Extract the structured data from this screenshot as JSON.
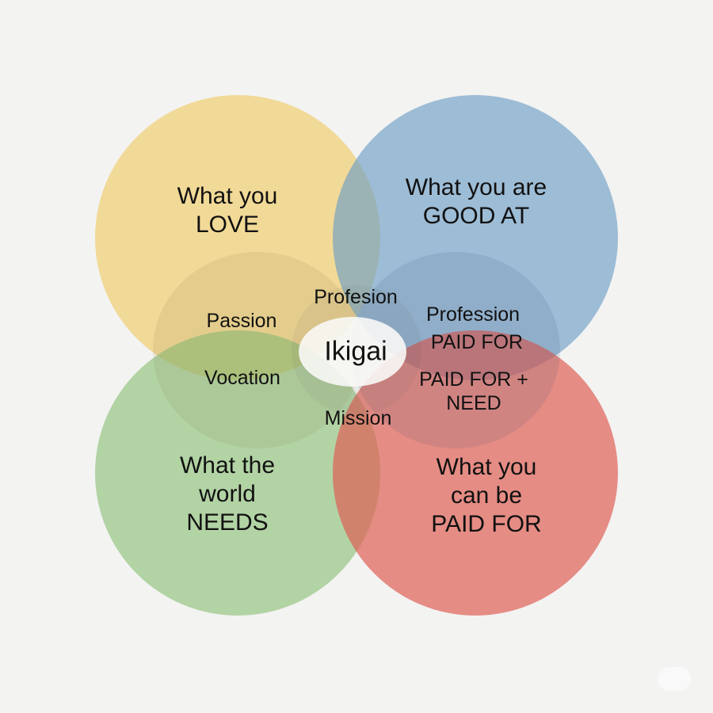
{
  "colors": {
    "love": "#f0c85a",
    "good_at": "#7ba7c9",
    "needs": "#8fc27a",
    "paid_for": "#e06a60",
    "background": "#f3f3f2"
  },
  "circles": {
    "love": [
      "What you",
      "LOVE"
    ],
    "good_at": [
      "What you are",
      "GOOD AT"
    ],
    "needs": [
      "What the",
      "world",
      "NEEDS"
    ],
    "paid_for": [
      "What you",
      "can be",
      "PAID FOR"
    ]
  },
  "overlaps": {
    "passion": "Passion",
    "profesion": "Profesion",
    "profession": "Profession",
    "paid_for": "PAID FOR",
    "vocation": "Vocation",
    "paid_need": [
      "PAID FOR +",
      "NEED"
    ],
    "mission": "Mission"
  },
  "center": "Ikigai"
}
